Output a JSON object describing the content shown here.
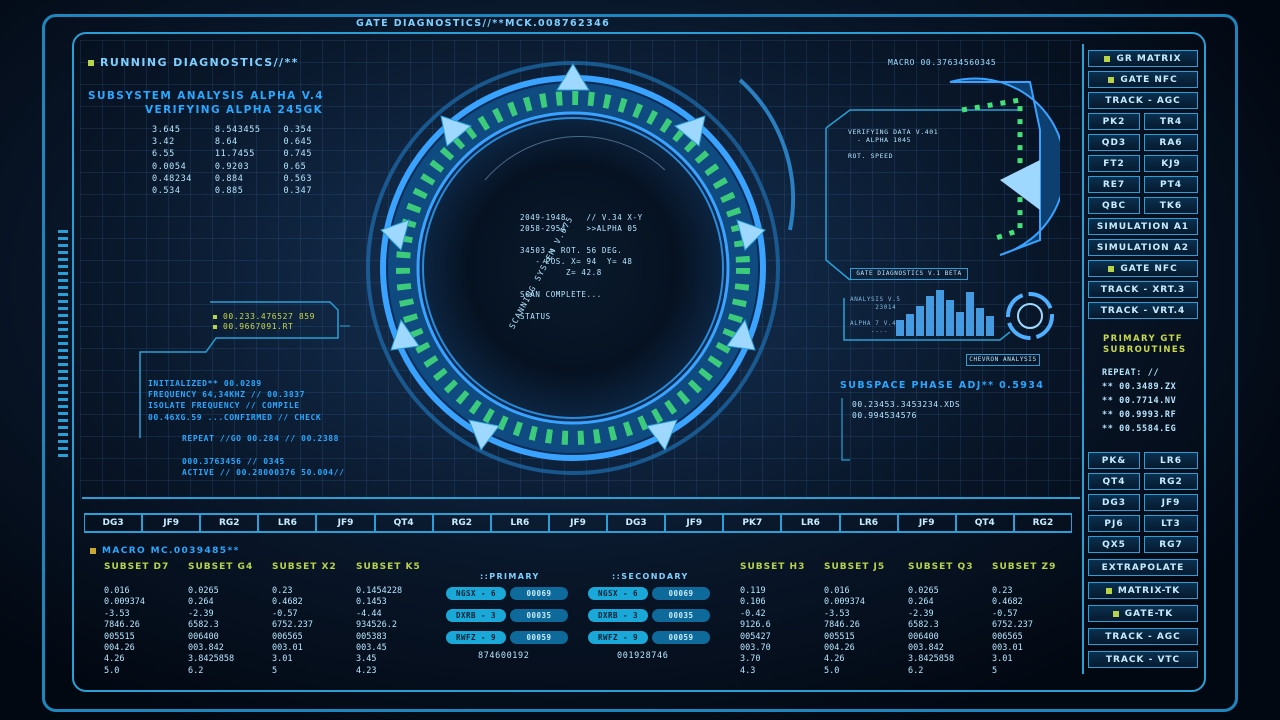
{
  "header": {
    "title": "GATE DIAGNOSTICS//**MCK.008762346"
  },
  "running": {
    "title": "RUNNING DIAGNOSTICS//**",
    "sub1": "SUBSYSTEM ANALYSIS ALPHA V.4",
    "sub2": "VERIFYING ALPHA 245GK",
    "rows": [
      "3.645      8.543455    0.354",
      "3.42       8.64        0.645",
      "6.55       11.7455     0.745",
      "0.0054     0.9203      0.65",
      "0.48234    0.884       0.563",
      "0.534      0.885       0.347"
    ]
  },
  "left_box": {
    "line1": "00.233.476527 859",
    "line2": "00.9667091.RT",
    "block": "INITIALIZED** 00.0289\nFREQUENCY 64,34KHZ // 00.3837\nISOLATE FREQUENCY // COMPILE\n00.46XG.59 ...CONFIRMED // CHECK",
    "repeat": "REPEAT //GO 00.284 // 00.2388",
    "active1": "000.3763456 // 0345",
    "active2": "ACTIVE // 00.28000376 50.004//"
  },
  "center": {
    "scan_label": "SCANNING SYSTEM V.675",
    "lines": "2049-1948    // V.34 X-Y\n2058-2954    >>ALPHA 05\n\n34503 > ROT. 56 DEG.\n   - POS. X= 94  Y= 48\n         Z= 42.8\n\nSCAN COMPLETE...\n\nSTATUS"
  },
  "right_panel": {
    "macro": "MACRO 00.37634560345",
    "verify": "VERIFYING DATA V.401\n  - ALPHA 1045\n\nROT. SPEED",
    "gate_diag": "GATE DIAGNOSTICS V.1 BETA",
    "analysis": "ANALYSIS V.5\n      23014\n\nALPHA 7 V.4\n     ----",
    "chevron": "CHEVRON ANALYSIS",
    "subspace": "SUBSPACE PHASE ADJ** 0.5934",
    "sub_lines": "00.23453.3453234.XDS\n00.994534576"
  },
  "sidebar": {
    "top_buttons": [
      "GR MATRIX",
      "GATE NFC"
    ],
    "track1": "TRACK  -  AGC",
    "pairs1": [
      [
        "PK2",
        "TR4"
      ],
      [
        "QD3",
        "RA6"
      ],
      [
        "FT2",
        "KJ9"
      ],
      [
        "RE7",
        "PT4"
      ],
      [
        "QBC",
        "TK6"
      ]
    ],
    "sim": [
      "SIMULATION A1",
      "SIMULATION A2"
    ],
    "gate_nfc2": "GATE NFC",
    "track2": "TRACK  -  XRT.3",
    "track3": "TRACK  -  VRT.4",
    "primary": "PRIMARY GTF\nSUBROUTINES",
    "repeat": "REPEAT: //\n** 00.3489.ZX\n** 00.7714.NV\n** 00.9993.RF\n** 00.5584.EG",
    "pairs2": [
      [
        "PK&",
        "LR6"
      ],
      [
        "QT4",
        "RG2"
      ],
      [
        "DG3",
        "JF9"
      ],
      [
        "PJ6",
        "LT3"
      ],
      [
        "QX5",
        "RG7"
      ]
    ],
    "extrapolate": "EXTRAPOLATE",
    "matrix_tk": "MATRIX-TK",
    "gate_tk": "GATE-TK",
    "track4": "TRACK  -  AGC",
    "track5": "TRACK  -  VTC"
  },
  "strip": [
    "DG3",
    "JF9",
    "RG2",
    "LR6",
    "JF9",
    "QT4",
    "RG2",
    "LR6",
    "JF9",
    "DG3",
    "JF9",
    "PK7",
    "LR6",
    "LR6",
    "JF9",
    "QT4",
    "RG2"
  ],
  "bottom": {
    "macro": "MACRO MC.0039485**",
    "left_headers": [
      "SUBSET D7",
      "SUBSET G4",
      "SUBSET X2",
      "SUBSET K5"
    ],
    "left_cols": [
      "0.016\n0.009374\n-3.53\n7846.26\n005515\n004.26\n4.26\n5.0",
      "0.0265\n0.264\n-2.39\n6582.3\n006400\n003.842\n3.8425858\n6.2",
      "0.23\n0.4682\n-0.57\n6752.237\n006565\n003.01\n3.01\n5",
      "0.1454228\n0.1453\n-4.44\n934526.2\n005383\n003.45\n3.45\n4.23"
    ],
    "primary_title": "::PRIMARY",
    "secondary_title": "::SECONDARY",
    "primary_rows": [
      [
        "NGSX - 6",
        "00069"
      ],
      [
        "DXRB - 3",
        "00035"
      ],
      [
        "RWFZ - 9",
        "00059"
      ]
    ],
    "secondary_rows": [
      [
        "NGSX - 6",
        "00069"
      ],
      [
        "DXRB - 3",
        "00035"
      ],
      [
        "RWFZ - 9",
        "00059"
      ]
    ],
    "primary_num": "874600192",
    "secondary_num": "001928746",
    "right_headers": [
      "SUBSET H3",
      "SUBSET J5",
      "SUBSET Q3",
      "SUBSET Z9"
    ],
    "right_cols": [
      "0.119\n0.106\n-0.42\n9126.6\n005427\n003.70\n3.70\n4.3",
      "0.016\n0.009374\n-3.53\n7846.26\n005515\n004.26\n4.26\n5.0",
      "0.0265\n0.264\n-2.39\n6582.3\n006400\n003.842\n3.8425858\n6.2",
      "0.23\n0.4682\n-0.57\n6752.237\n006565\n003.01\n3.01\n5"
    ]
  }
}
